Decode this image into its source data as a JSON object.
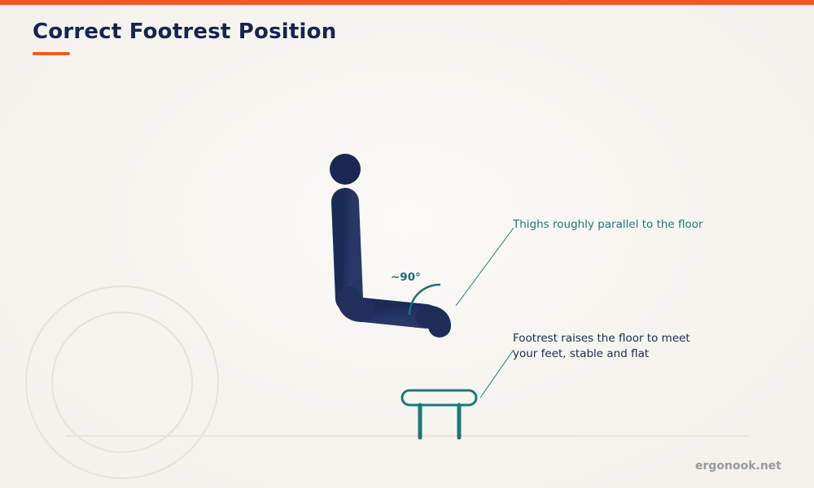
{
  "header": {
    "title": "Correct Footrest Position"
  },
  "diagram": {
    "angle_label": "~90°",
    "annotations": {
      "thighs": "Thighs roughly parallel to the floor",
      "footrest_line1": "Footrest raises the floor to meet",
      "footrest_line2": "your feet, stable and flat"
    }
  },
  "footer": {
    "brand": "ergonook.net"
  },
  "colors": {
    "accent": "#f05a22",
    "figure": "#1c2b58",
    "footrest": "#1a7a7a",
    "title": "#16244f"
  }
}
